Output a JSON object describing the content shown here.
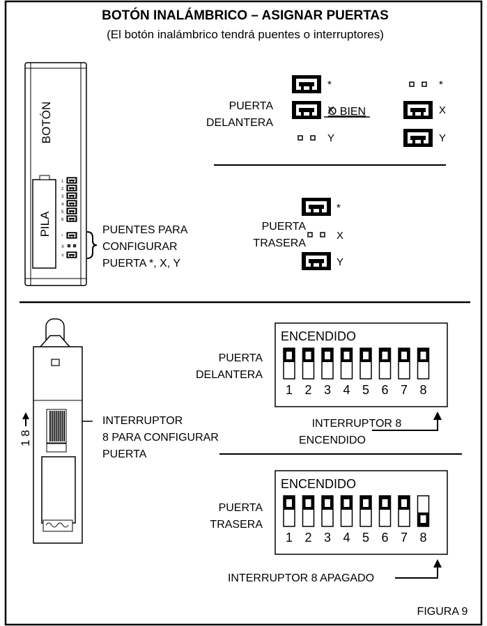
{
  "title": "BOTÓN INALÁMBRICO – ASIGNAR PUERTAS",
  "subtitle": "(El botón inalámbrico tendrá puentes o interruptores)",
  "jumper_panel": {
    "device_label": "BOTÓN",
    "battery_label": "PILA",
    "pin_numbers": [
      "1",
      "2",
      "3",
      "4",
      "5",
      "6"
    ],
    "pin_star": "*",
    "pin_x": "X",
    "pin_y": "Y",
    "brace_label": [
      "PUENTES PARA",
      "CONFIGURAR",
      "PUERTA *, X, Y"
    ],
    "front_door": {
      "label": [
        "PUERTA",
        "DELANTERA"
      ],
      "or_label": "O BIEN",
      "option_a": [
        {
          "key": "*",
          "jumper": true
        },
        {
          "key": "X",
          "jumper": true
        },
        {
          "key": "Y",
          "jumper": false
        }
      ],
      "option_b": [
        {
          "key": "*",
          "jumper": false
        },
        {
          "key": "X",
          "jumper": true
        },
        {
          "key": "Y",
          "jumper": true
        }
      ]
    },
    "rear_door": {
      "label": [
        "PUERTA",
        "TRASERA"
      ],
      "options": [
        {
          "key": "*",
          "jumper": true
        },
        {
          "key": "X",
          "jumper": false
        },
        {
          "key": "Y",
          "jumper": true
        }
      ]
    }
  },
  "switch_panel": {
    "range_label": "1 8",
    "device_label": [
      "INTERRUPTOR",
      "8 PARA CONFIGURAR",
      "PUERTA"
    ],
    "front_door": {
      "label": [
        "PUERTA",
        "DELANTERA"
      ],
      "header": "ENCENDIDO",
      "switch_numbers": [
        "1",
        "2",
        "3",
        "4",
        "5",
        "6",
        "7",
        "8"
      ],
      "switch_on": [
        true,
        true,
        true,
        true,
        true,
        true,
        true,
        true
      ],
      "note": [
        "INTERRUPTOR 8",
        "ENCENDIDO"
      ]
    },
    "rear_door": {
      "label": [
        "PUERTA",
        "TRASERA"
      ],
      "header": "ENCENDIDO",
      "switch_numbers": [
        "1",
        "2",
        "3",
        "4",
        "5",
        "6",
        "7",
        "8"
      ],
      "switch_on": [
        true,
        true,
        true,
        true,
        true,
        true,
        true,
        false
      ],
      "note": [
        "INTERRUPTOR 8 APAGADO"
      ]
    }
  },
  "figure_label": "FIGURA 9"
}
